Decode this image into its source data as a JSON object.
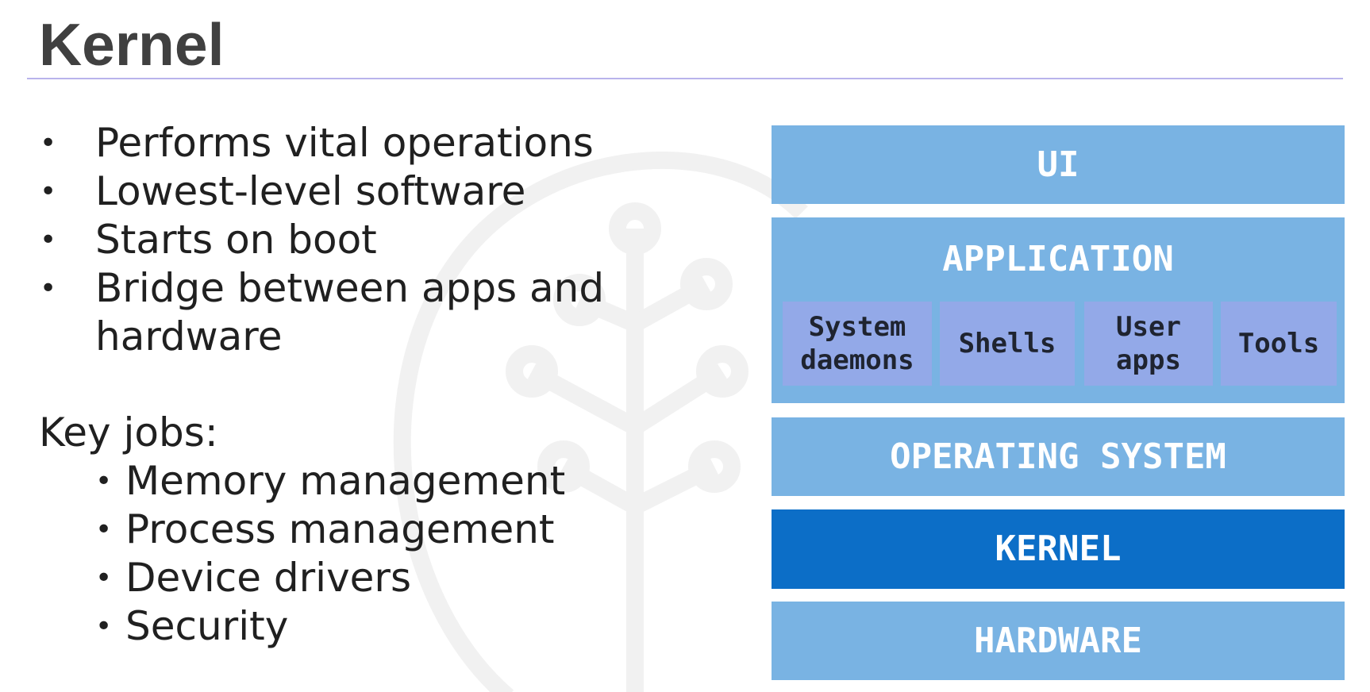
{
  "title": "Kernel",
  "bullets": [
    "Performs vital operations",
    "Lowest-level software",
    "Starts on boot",
    "Bridge between apps and hardware"
  ],
  "bullet_symbol": "•",
  "key_jobs": {
    "label": "Key jobs:",
    "items": [
      "Memory management",
      "Process management",
      "Device drivers",
      "Security"
    ]
  },
  "stack": {
    "ui": "UI",
    "application": {
      "label": "APPLICATION",
      "components": [
        "System\ndaemons",
        "Shells",
        "User\napps",
        "Tools"
      ]
    },
    "operating_system": "OPERATING SYSTEM",
    "kernel": "KERNEL",
    "hardware": "HARDWARE"
  },
  "colors": {
    "layer": "#79b3e3",
    "kernel_layer": "#0c6ec7",
    "component": "#93a9e8",
    "divider": "#b9b3ec",
    "title": "#404040"
  }
}
